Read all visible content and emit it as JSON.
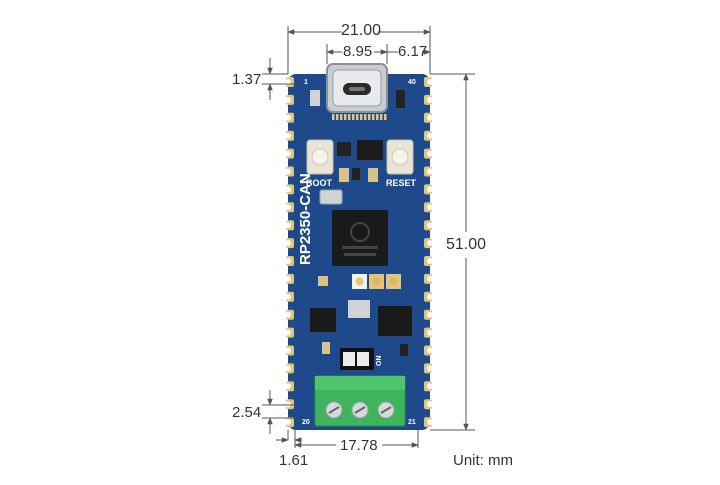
{
  "dimensions": {
    "board_width": "21.00",
    "usb_width": "8.95",
    "usb_offset": "6.17",
    "top_offset": "1.37",
    "board_height": "51.00",
    "pin_pitch": "2.54",
    "edge_offset": "1.61",
    "pin_span": "17.78"
  },
  "unit_label": "Unit: mm",
  "board": {
    "name": "RP2350-CAN",
    "boot_label": "BOOT",
    "reset_label": "RESET",
    "pin_1": "1",
    "pin_40": "40",
    "pin_20": "20",
    "pin_21": "21",
    "switch_label": "ON"
  },
  "colors": {
    "pcb": "#1e4a8c",
    "pad": "#e2c57a",
    "terminal": "#3eb55c",
    "dimension_line": "#555555"
  }
}
